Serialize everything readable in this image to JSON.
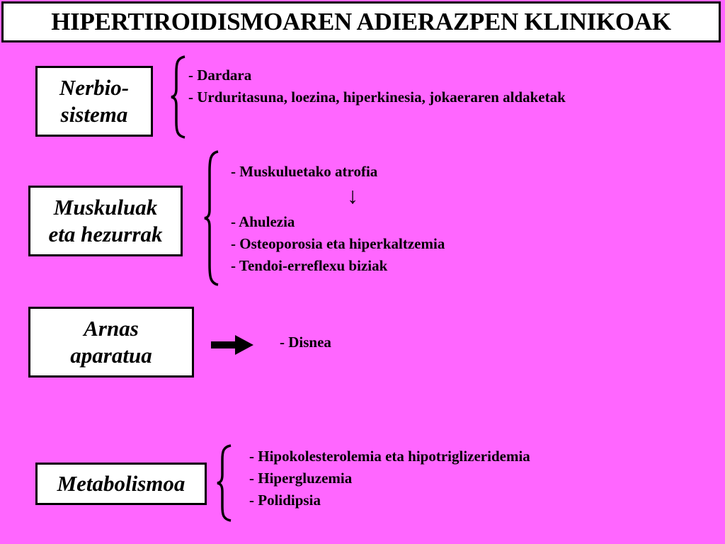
{
  "title": "HIPERTIROIDISMOAREN ADIERAZPEN KLINIKOAK",
  "categories": [
    {
      "label_lines": [
        "Nerbio-",
        "sistema"
      ],
      "items": [
        "- Dardara",
        "- Urduritasuna, loezina, hiperkinesia, jokaeraren aldaketak"
      ]
    },
    {
      "label_lines": [
        "Muskuluak",
        "eta hezurrak"
      ],
      "items_top": [
        "- Muskuluetako atrofia"
      ],
      "down_arrow_glyph": "↓",
      "items_bottom": [
        "- Ahulezia",
        "- Osteoporosia eta hiperkaltzemia",
        "- Tendoi-erreflexu biziak"
      ]
    },
    {
      "label_lines": [
        "Arnas",
        "aparatua"
      ],
      "items": [
        "- Disnea"
      ]
    },
    {
      "label_lines": [
        "Metabolismoa"
      ],
      "items": [
        "- Hipokolesterolemia eta hipotriglizeridemia",
        "- Hipergluzemia",
        "- Polidipsia"
      ]
    }
  ]
}
